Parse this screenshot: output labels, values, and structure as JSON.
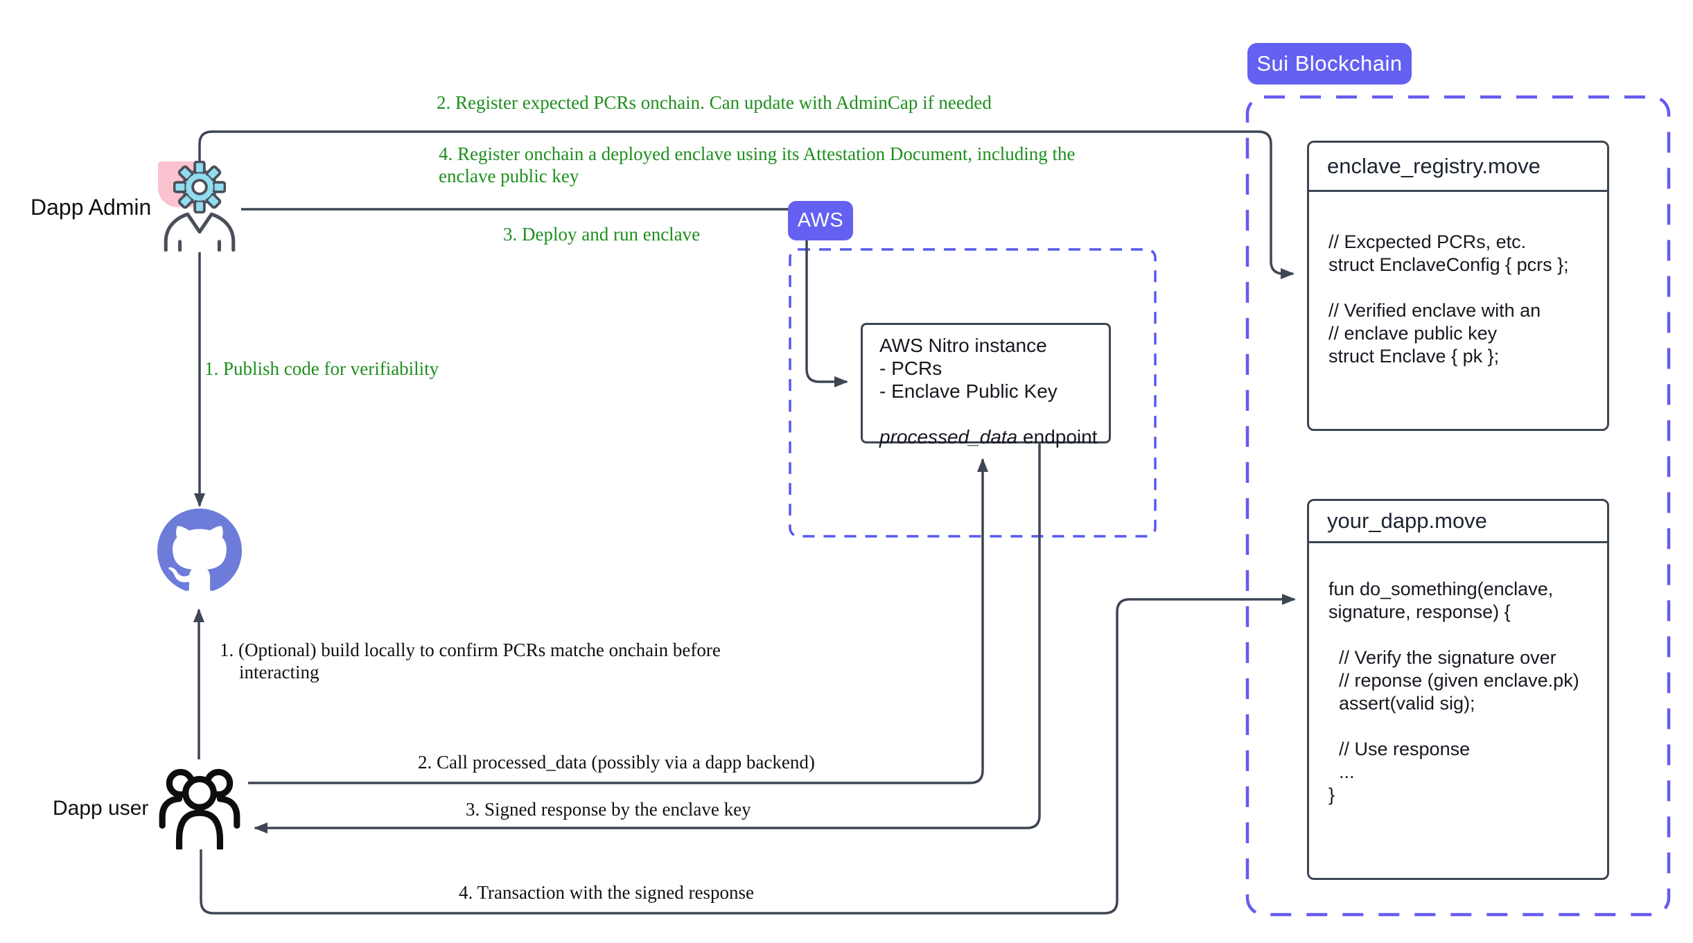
{
  "badges": {
    "sui": "Sui Blockchain",
    "aws": "AWS"
  },
  "actors": {
    "dapp_admin": "Dapp Admin",
    "dapp_user": "Dapp user"
  },
  "boxes": {
    "nitro": {
      "lines": [
        "AWS Nitro instance",
        "- PCRs",
        "- Enclave Public Key",
        ""
      ],
      "endpoint_italic": "processed_data",
      "endpoint_rest": " endpoint"
    },
    "enclave_registry": {
      "title": "enclave_registry.move",
      "code": [
        "// Excpected PCRs, etc.",
        "struct EnclaveConfig { pcrs };",
        "",
        "// Verified enclave with an",
        "// enclave public key",
        "struct Enclave { pk };"
      ]
    },
    "your_dapp": {
      "title": "your_dapp.move",
      "code": [
        "fun do_something(enclave,",
        "signature, response) {",
        "",
        "  // Verify the signature over",
        "  // reponse (given enclave.pk)",
        "  assert(valid sig);",
        "",
        "  // Use response",
        "  ...",
        "}"
      ]
    }
  },
  "annotations": {
    "admin_steps": [
      "1. Publish code for verifiability",
      "2. Register expected PCRs onchain. Can update with AdminCap if needed",
      "3. Deploy and run enclave",
      "4. Register onchain a deployed enclave using its Attestation Document, including the enclave public key"
    ],
    "user_steps": [
      "1. (Optional) build locally to confirm PCRs matche onchain before interacting",
      "2. Call processed_data (possibly via a dapp backend)",
      "3. Signed response by the enclave key",
      "4. Transaction with the signed response"
    ]
  },
  "icons": {
    "admin": "gear-person-icon",
    "repo": "github-icon",
    "user": "users-group-icon"
  },
  "colors": {
    "accent": "#6460F1",
    "sui_dash": "#655BF0",
    "aws_dash": "#5559F2",
    "github": "#6D7CD9",
    "pink": "#FBC2CF",
    "cyan": "#92DCEF",
    "line": "#3E4553",
    "green": "#1E8E1E",
    "ink": "#111111"
  }
}
